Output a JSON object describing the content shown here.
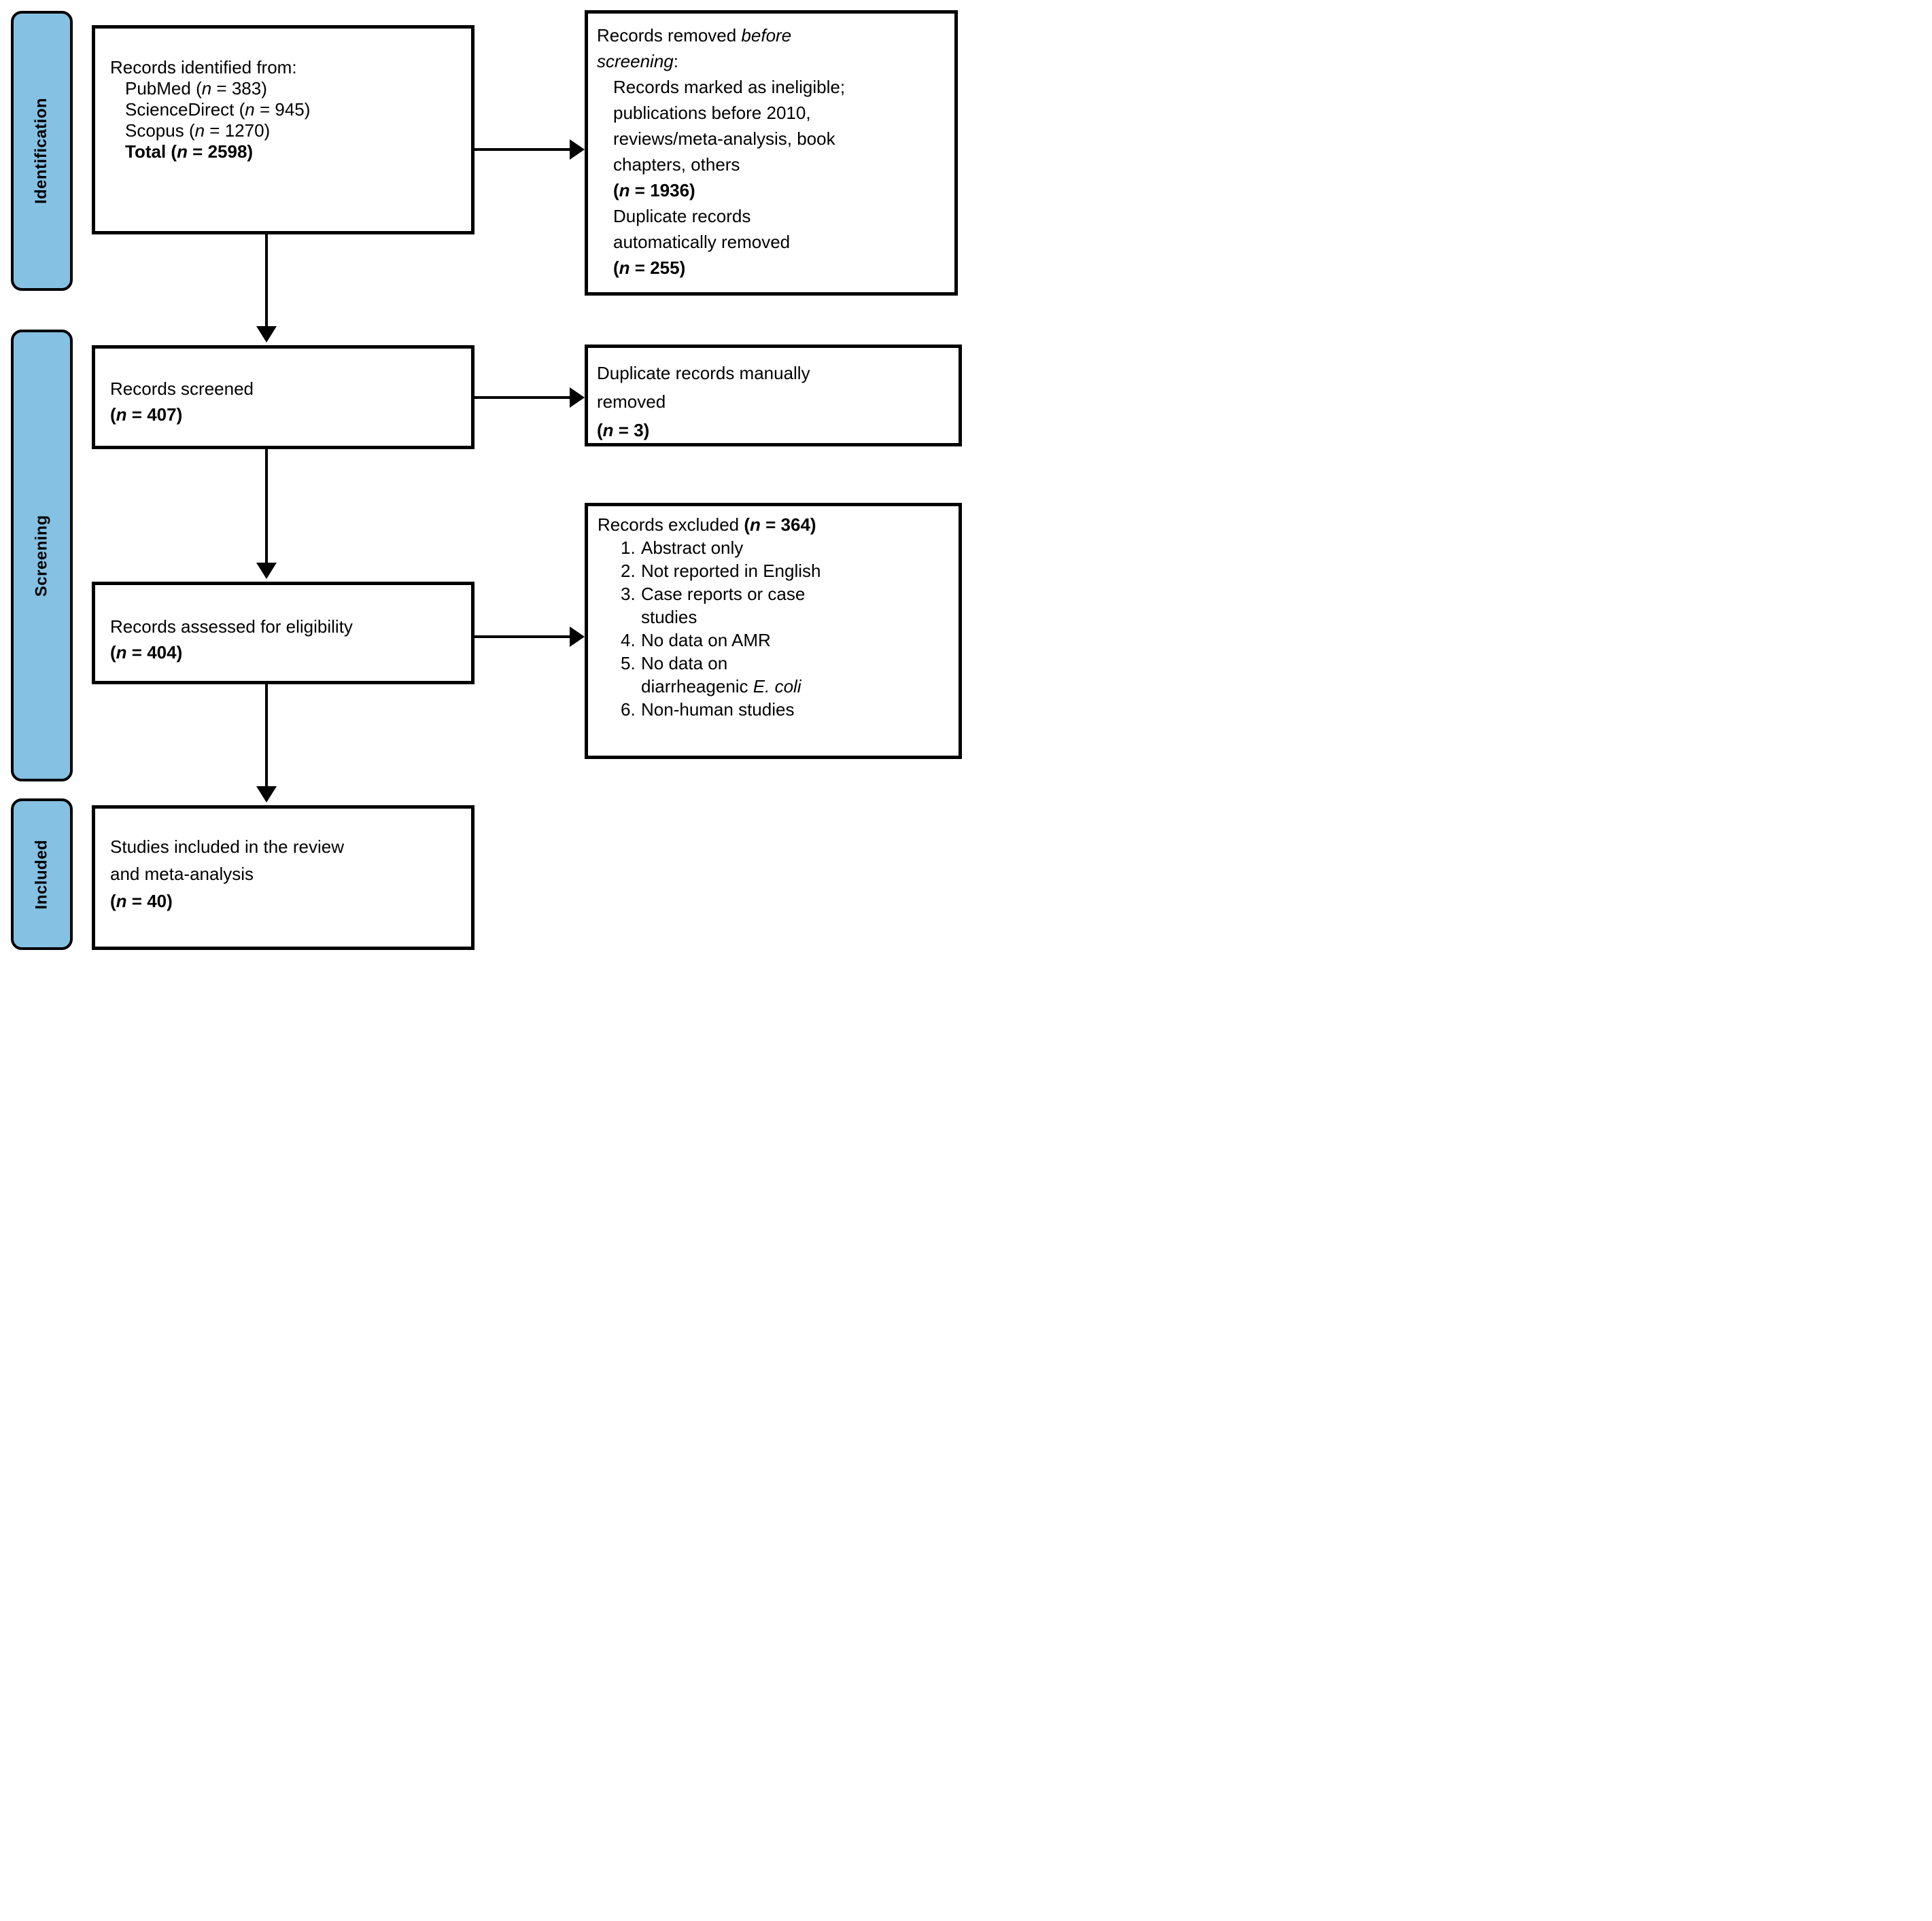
{
  "palette": {
    "stage-blue": "#85C1E3",
    "line-black": "#000000",
    "box-bg": "#ffffff"
  },
  "stages": {
    "identification": "Identification",
    "screening": "Screening",
    "included": "Included"
  },
  "flow": {
    "identified": {
      "lines": [
        "Records identified from:",
        "PubMed (*n* = 383)",
        "ScienceDirect (*n* = 945)",
        "Scopus (*n* = 1270)",
        "**Total (*n* = 2598)**"
      ]
    },
    "removed_before_screening": {
      "lines": [
        "Records removed *before*",
        "*screening*:",
        "Records marked as ineligible;",
        "publications before 2010,",
        "reviews/meta-analysis, book",
        "chapters, others",
        "**(*n* = 1936)**",
        "Duplicate records",
        "automatically removed",
        "**(*n* = 255)**"
      ]
    },
    "screened": {
      "lines": [
        "Records screened",
        "**(*n* = 407)**"
      ]
    },
    "duplicates_manual": {
      "lines": [
        "Duplicate records manually",
        "removed",
        "**(*n* = 3)**"
      ]
    },
    "assessed": {
      "lines": [
        "Records assessed for eligibility",
        "**(*n* = 404)**"
      ]
    },
    "excluded": {
      "heading": "Records excluded **(*n* = 364)**",
      "items": [
        {
          "num": "1.",
          "text": "Abstract only"
        },
        {
          "num": "2.",
          "text": "Not reported in English"
        },
        {
          "num": "3.",
          "text": "Case reports or case\nstudies"
        },
        {
          "num": "4.",
          "text": "No data on AMR"
        },
        {
          "num": "5.",
          "text": "No data on\ndiarrheagenic *E. coli*"
        },
        {
          "num": "6.",
          "text": "Non-human studies"
        }
      ]
    },
    "included_studies": {
      "lines": [
        "Studies included in the review",
        "and meta-analysis",
        "**(*n* = 40)**"
      ]
    }
  }
}
